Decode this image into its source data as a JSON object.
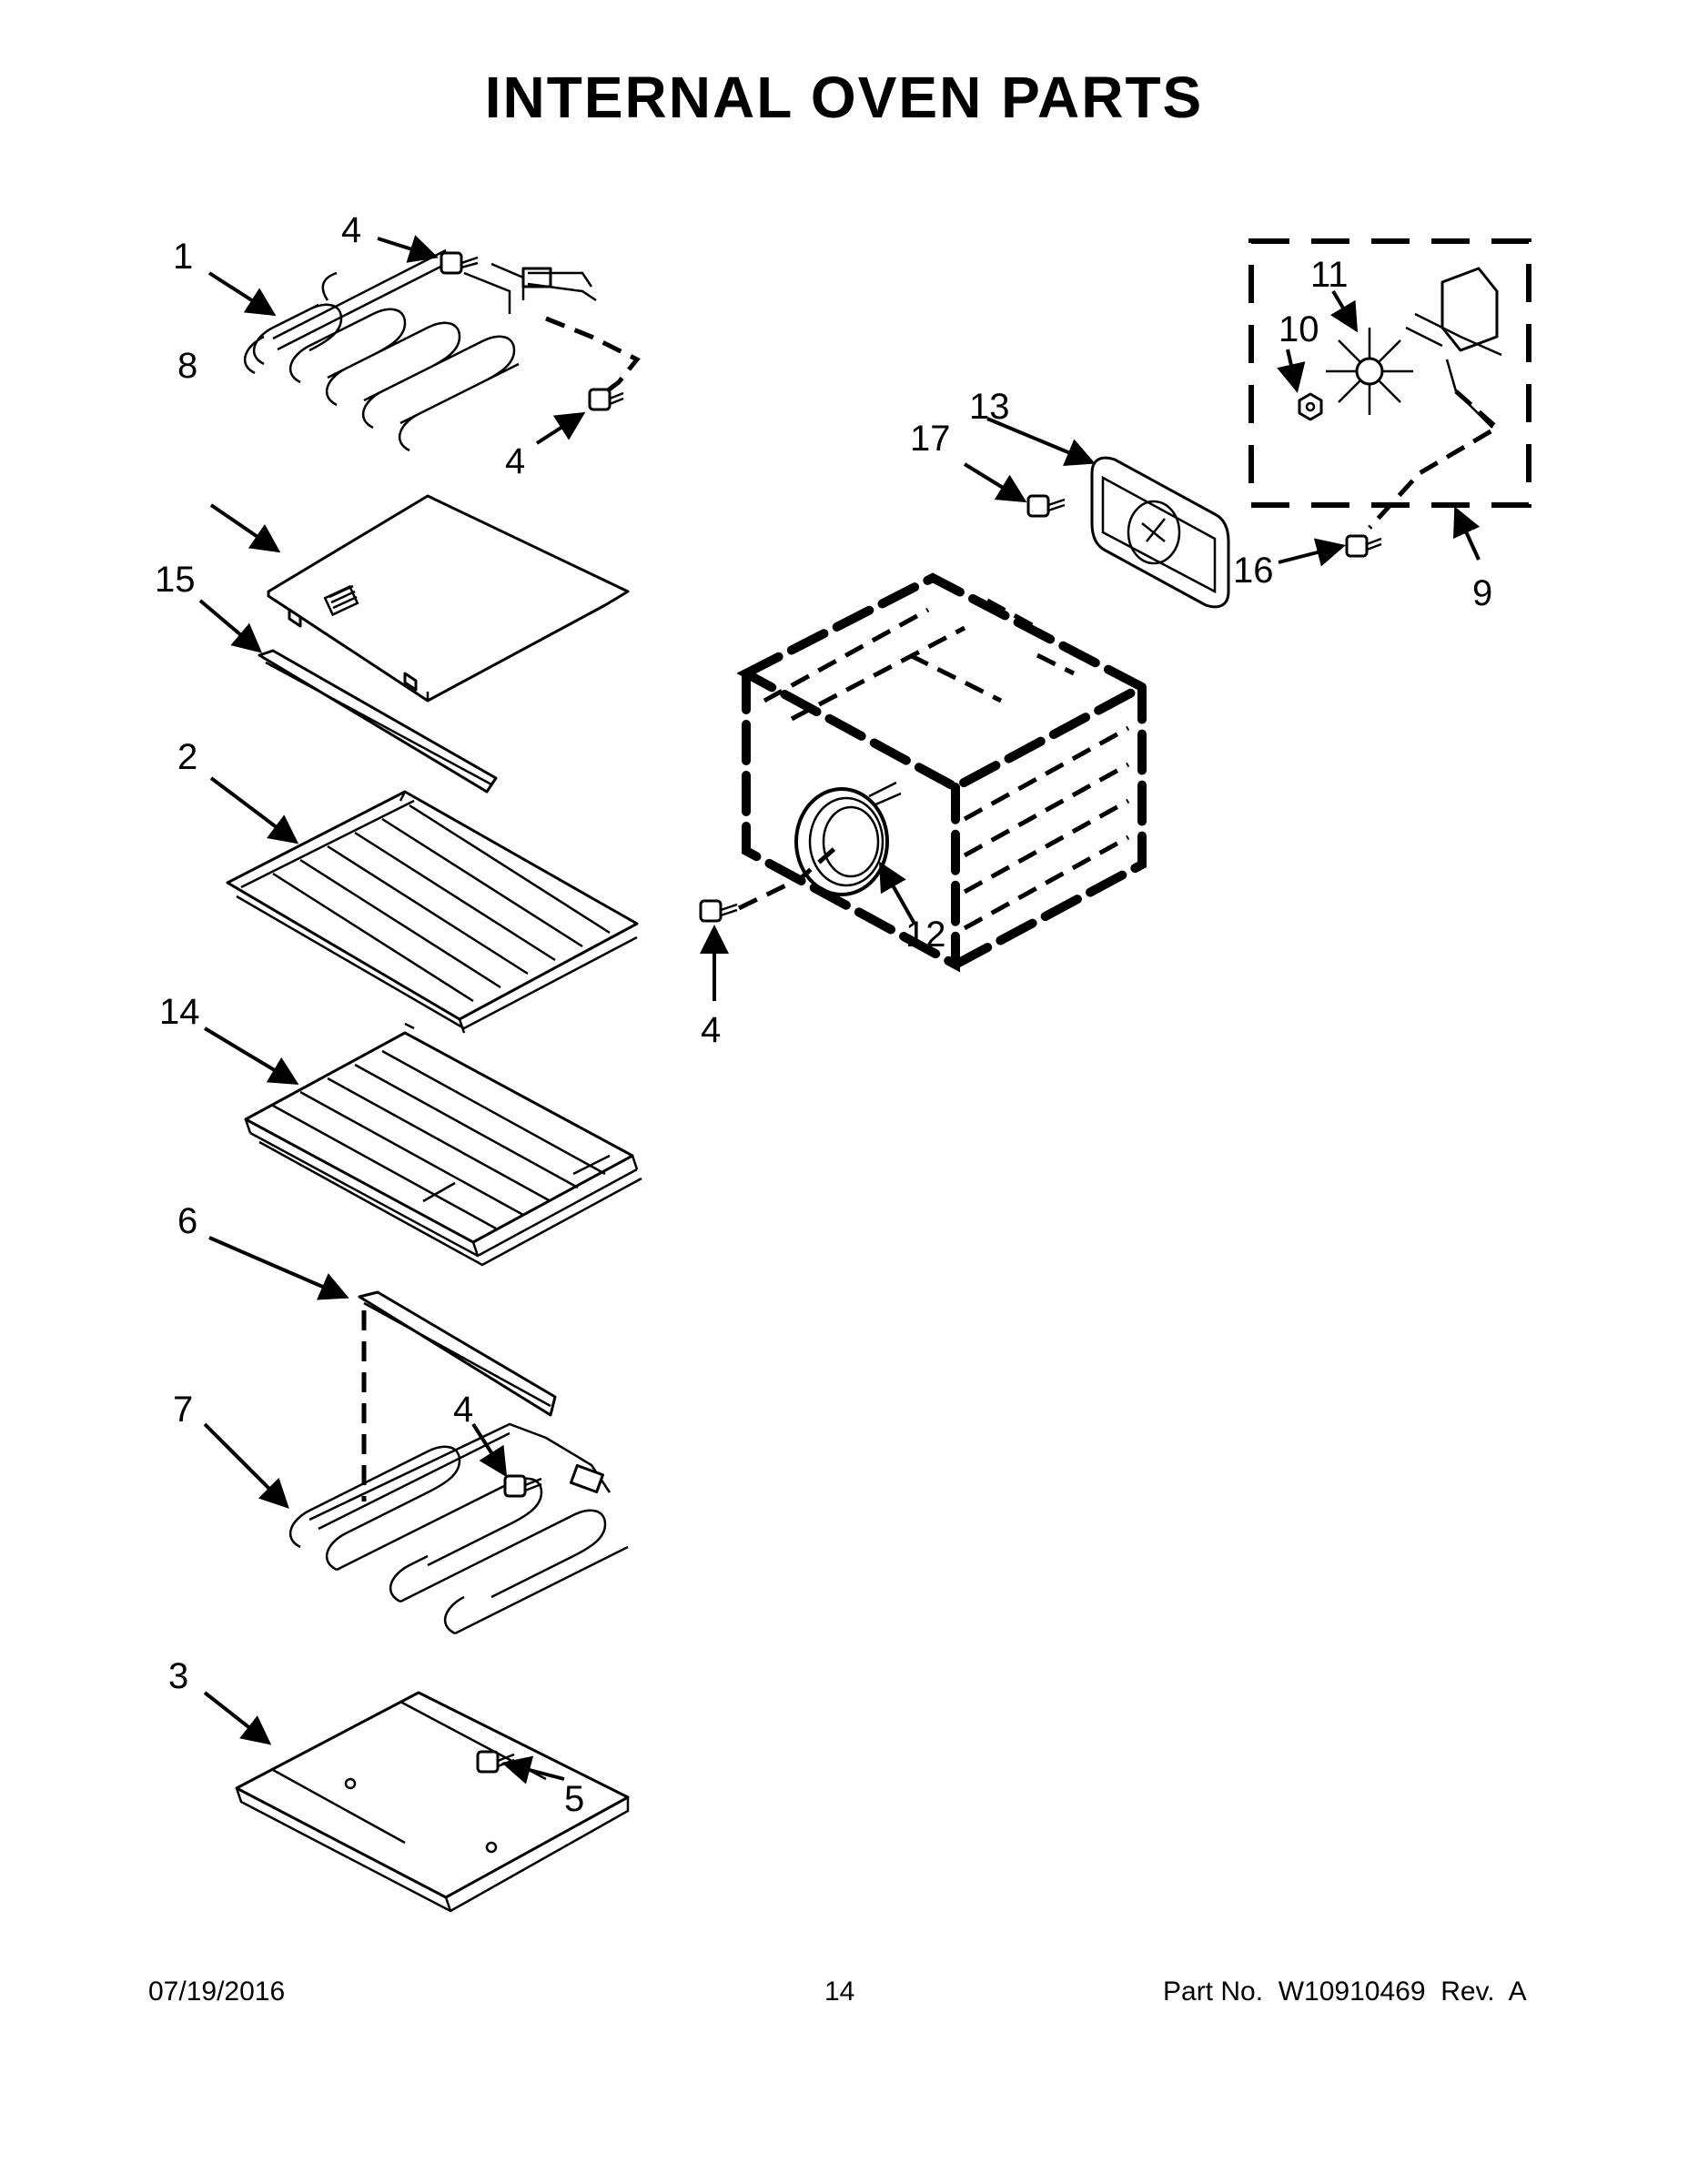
{
  "page": {
    "title": "INTERNAL OVEN PARTS",
    "date": "07/19/2016",
    "page_number": "14",
    "part_label": "Part No.",
    "part_number": "W10910469",
    "revision_label": "Rev.",
    "revision": "A"
  },
  "callouts": {
    "c1": "1",
    "c2": "2",
    "c3": "3",
    "c4a": "4",
    "c4b": "4",
    "c4c": "4",
    "c4d": "4",
    "c5": "5",
    "c6": "6",
    "c7": "7",
    "c8": "8",
    "c9": "9",
    "c10": "10",
    "c11": "11",
    "c12": "12",
    "c13": "13",
    "c14": "14",
    "c15": "15",
    "c16": "16",
    "c17": "17"
  }
}
